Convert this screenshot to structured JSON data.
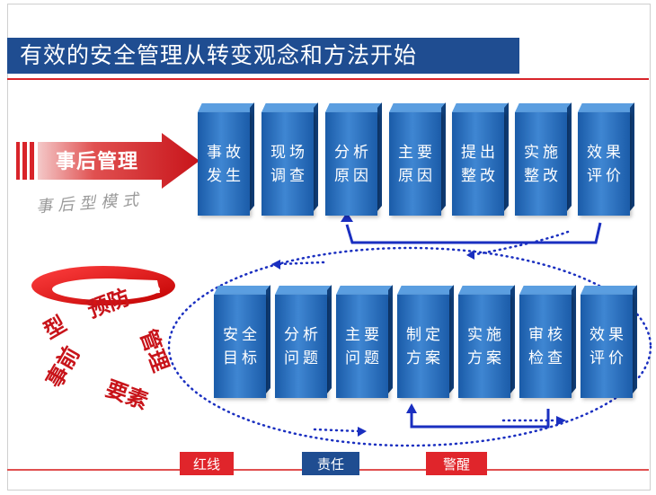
{
  "title": "有效的安全管理从转变观念和方法开始",
  "post_mgmt": {
    "label": "事后管理",
    "sub": "事后型模式"
  },
  "top_blocks": [
    {
      "line1": "事故",
      "line2": "发生"
    },
    {
      "line1": "现场",
      "line2": "调查"
    },
    {
      "line1": "分析",
      "line2": "原因"
    },
    {
      "line1": "主要",
      "line2": "原因"
    },
    {
      "line1": "提出",
      "line2": "整改"
    },
    {
      "line1": "实施",
      "line2": "整改"
    },
    {
      "line1": "效果",
      "line2": "评价"
    }
  ],
  "bottom_blocks": [
    {
      "line1": "安全",
      "line2": "目标"
    },
    {
      "line1": "分析",
      "line2": "问题"
    },
    {
      "line1": "主要",
      "line2": "问题"
    },
    {
      "line1": "制定",
      "line2": "方案"
    },
    {
      "line1": "实施",
      "line2": "方案"
    },
    {
      "line1": "审核",
      "line2": "检查"
    },
    {
      "line1": "效果",
      "line2": "评价"
    }
  ],
  "cycle_words": [
    "预防",
    "管理",
    "要素",
    "事前",
    "型"
  ],
  "tags": [
    "红线",
    "责任",
    "警醒"
  ],
  "colors": {
    "title_bg": "#1f4d91",
    "block": "#2f72bf",
    "accent_red": "#d8242a",
    "arrow_blue": "#1a2fc0"
  }
}
